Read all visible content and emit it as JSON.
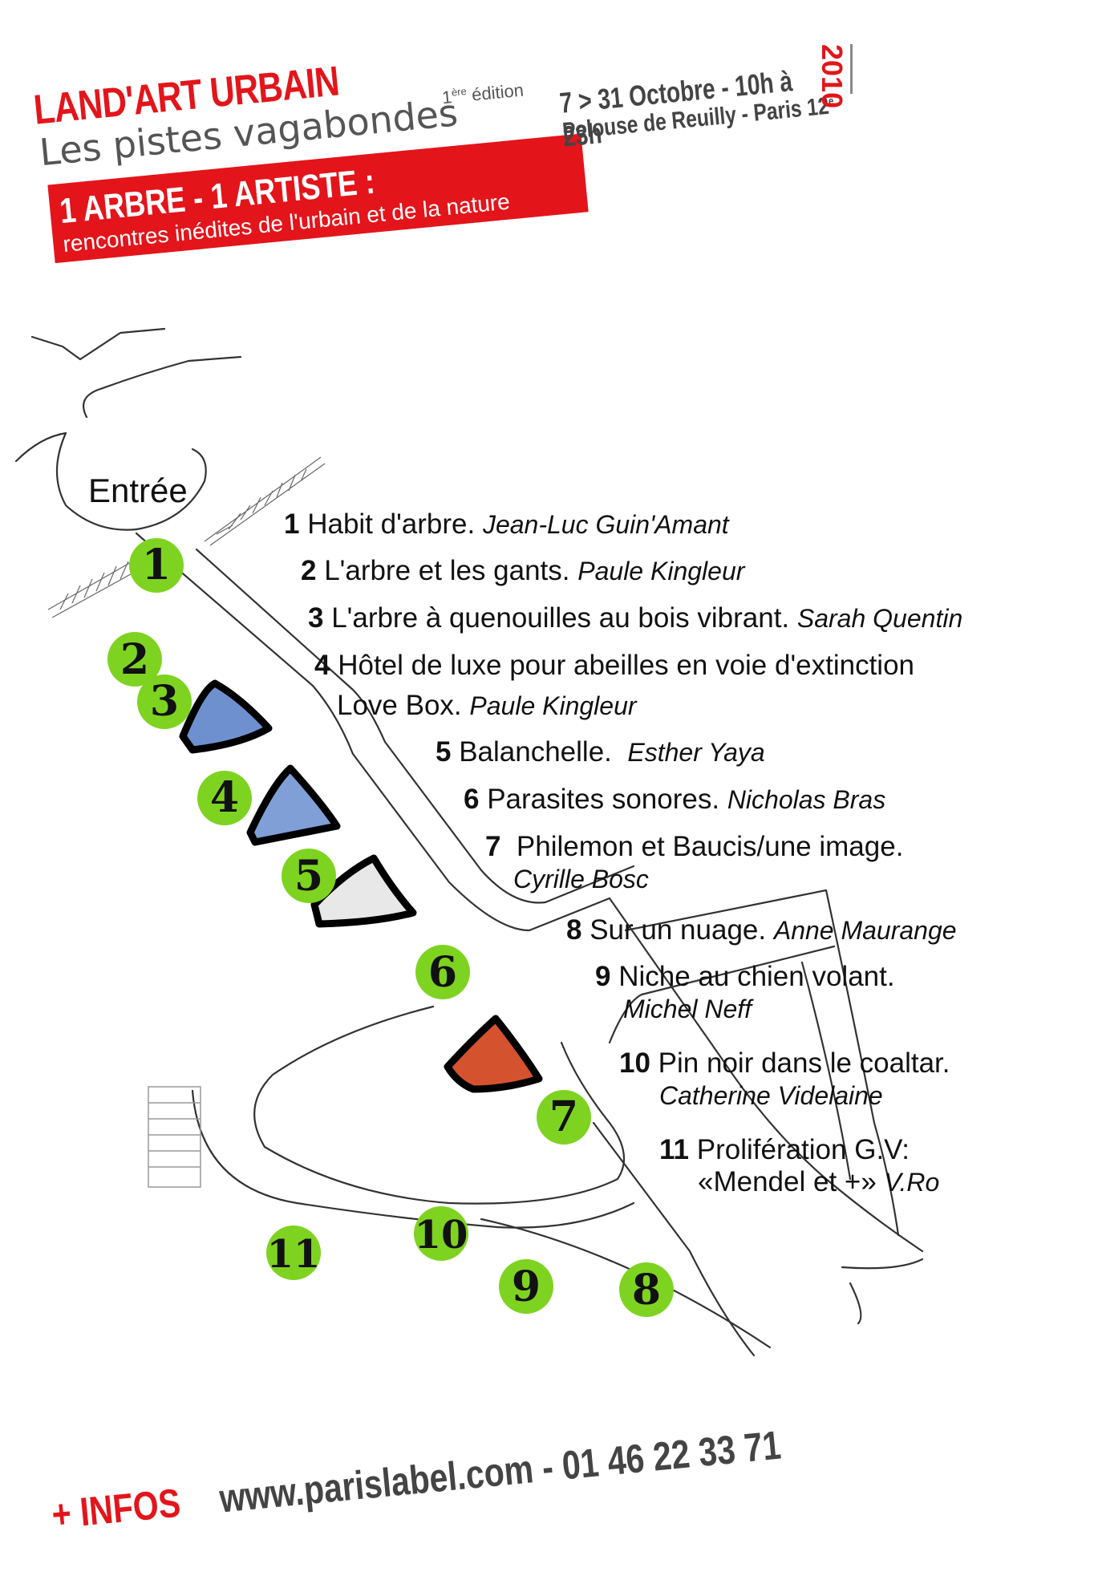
{
  "header": {
    "title": "LAND'ART URBAIN",
    "subtitle": "Les pistes vagabondes",
    "edition_num": "1",
    "edition_sup": "ère",
    "edition_word": " édition",
    "band_line1": "1 ARBRE - 1 ARTISTE :",
    "band_line2": "rencontres inédites de l'urbain et de la nature",
    "dates_line1": "7 > 31 Octobre - 10h à 23h",
    "dates_line2": "Pelouse de Reuilly - Paris 12",
    "dates_sup": "e",
    "year": "2010"
  },
  "map": {
    "entrance_label": "Entrée",
    "marker_color": "#7ed321",
    "tree_colors": [
      "#6f90cf",
      "#7f9fd6",
      "#e8e8e8",
      "#d4532e"
    ],
    "markers": [
      "1",
      "2",
      "3",
      "4",
      "5",
      "6",
      "7",
      "8",
      "9",
      "10",
      "11"
    ]
  },
  "legend": [
    {
      "num": "1",
      "title": "Habit d'arbre.",
      "artist": "Jean-Luc Guin'Amant"
    },
    {
      "num": "2",
      "title": "L'arbre et les gants.",
      "artist": "Paule Kingleur"
    },
    {
      "num": "3",
      "title": "L'arbre à quenouilles au bois vibrant.",
      "artist": "Sarah Quentin"
    },
    {
      "num": "4",
      "title": "Hôtel de luxe pour abeilles en voie d'extinction",
      "title2": "Love Box.",
      "artist": "Paule Kingleur"
    },
    {
      "num": "5",
      "title": "Balanchelle.",
      "artist": "Esther Yaya"
    },
    {
      "num": "6",
      "title": "Parasites sonores.",
      "artist": "Nicholas Bras"
    },
    {
      "num": "7",
      "title": "Philemon et Baucis/une image.",
      "artist": "Cyrille Bosc"
    },
    {
      "num": "8",
      "title": "Sur un nuage.",
      "artist": "Anne Maurange"
    },
    {
      "num": "9",
      "title": "Niche au chien volant.",
      "artist": "Michel Neff"
    },
    {
      "num": "10",
      "title": "Pin noir dans le coaltar.",
      "artist": "Catherine Videlaine"
    },
    {
      "num": "11",
      "title": "Prolifération G.V:",
      "title2": "«Mendel et +»",
      "artist": "V.Ro"
    }
  ],
  "footer": {
    "infos": "+ INFOS",
    "contact": "www.parislabel.com - 01 46 22 33 71"
  }
}
